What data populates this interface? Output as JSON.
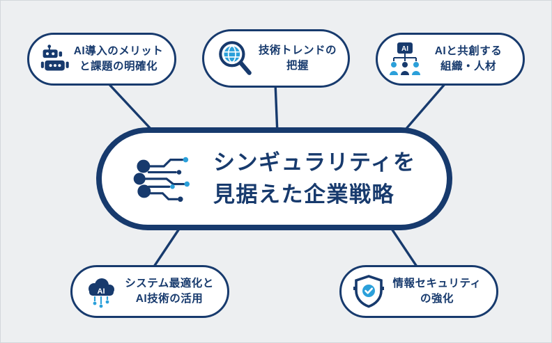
{
  "diagram": {
    "title": {
      "line1": "シンギュラリティを",
      "line2": "見据えた企業戦略",
      "icon": "network-nodes-icon"
    },
    "nodes": [
      {
        "line1": "AI導入のメリット",
        "line2": "と課題の明確化",
        "icon": "robot-icon",
        "position": "top-left"
      },
      {
        "line1": "技術トレンドの",
        "line2": "把握",
        "icon": "magnifier-globe-icon",
        "position": "top-center"
      },
      {
        "line1": "AIと共創する",
        "line2": "組織・人材",
        "icon": "ai-org-chart-icon",
        "position": "top-right"
      },
      {
        "line1": "システム最適化と",
        "line2": "AI技術の活用",
        "icon": "ai-cloud-icon",
        "position": "bottom-left"
      },
      {
        "line1": "情報セキュリティ",
        "line2": "の強化",
        "icon": "shield-check-icon",
        "position": "bottom-right"
      }
    ],
    "icon_text": {
      "ai": "AI"
    },
    "colors": {
      "navy": "#173a6d",
      "blue": "#2ba0da",
      "background": "#edeff1",
      "pill_background": "#ffffff"
    }
  }
}
